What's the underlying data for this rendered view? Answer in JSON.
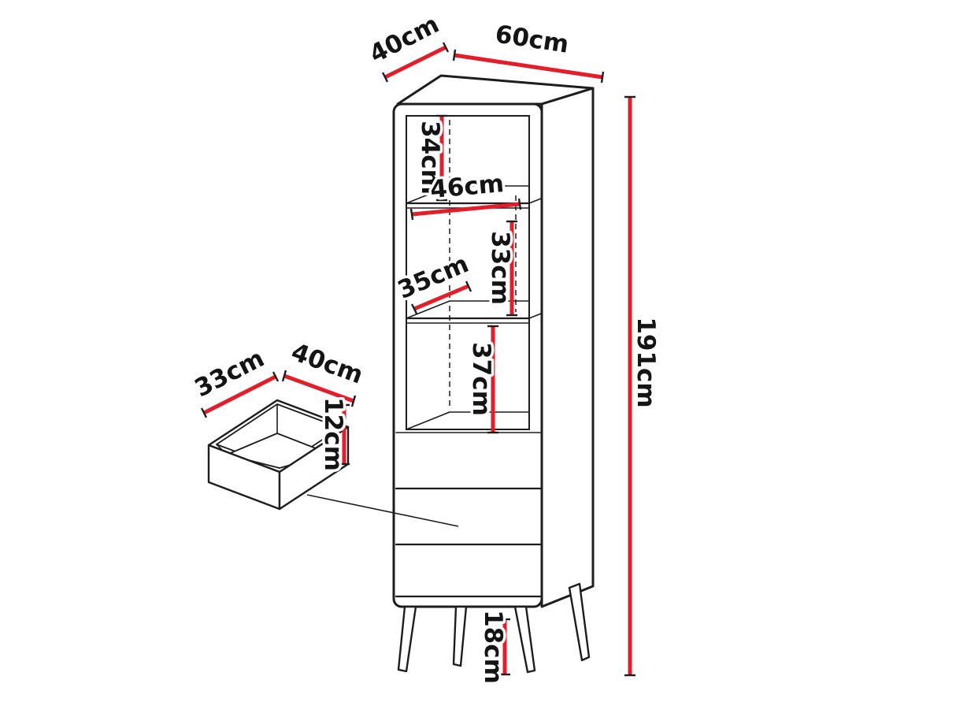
{
  "meta": {
    "description": "Dimension diagram of a tall display cabinet with drawers and a detail view of one drawer"
  },
  "colors": {
    "background": "#ffffff",
    "outline": "#1d1d1b",
    "dimension_line": "#e31e2b",
    "label_fill": "#141414",
    "label_halo": "#ffffff"
  },
  "cabinet": {
    "dimensions": {
      "depth": {
        "label": "40cm",
        "value": 40,
        "unit": "cm"
      },
      "width": {
        "label": "60cm",
        "value": 60,
        "unit": "cm"
      },
      "height": {
        "label": "191cm",
        "value": 191,
        "unit": "cm"
      },
      "top_compartment_height": {
        "label": "34cm",
        "value": 34,
        "unit": "cm"
      },
      "inner_width": {
        "label": "46cm",
        "value": 46,
        "unit": "cm"
      },
      "middle_compartment_height": {
        "label": "33cm",
        "value": 33,
        "unit": "cm"
      },
      "inner_depth": {
        "label": "35cm",
        "value": 35,
        "unit": "cm"
      },
      "lower_compartment_height": {
        "label": "37cm",
        "value": 37,
        "unit": "cm"
      },
      "leg_height": {
        "label": "18cm",
        "value": 18,
        "unit": "cm"
      }
    }
  },
  "drawer": {
    "dimensions": {
      "depth": {
        "label": "33cm",
        "value": 33,
        "unit": "cm"
      },
      "width": {
        "label": "40cm",
        "value": 40,
        "unit": "cm"
      },
      "height": {
        "label": "12cm",
        "value": 12,
        "unit": "cm"
      }
    }
  }
}
